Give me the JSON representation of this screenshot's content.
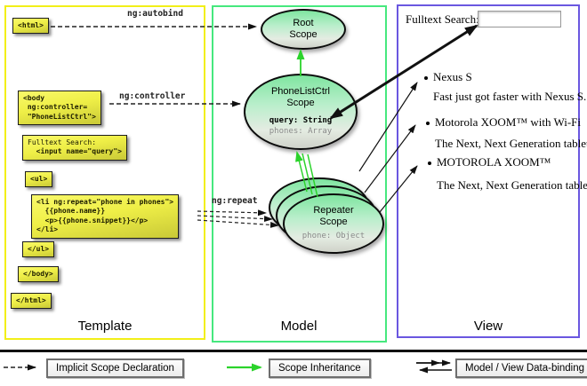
{
  "columns": {
    "template_title": "Template",
    "model_title": "Model",
    "view_title": "View"
  },
  "template_panel": {
    "boxes": {
      "html_open": "<html>",
      "body_open": "<body\n ng:controller=\n \"PhoneListCtrl\">",
      "fulltext_label": "Fulltext Search:",
      "fulltext_input": "  <input name=\"query\">",
      "ul_open": "<ul>",
      "li_repeat": "<li ng:repeat=\"phone in phones\">\n  {{phone.name}}\n  <p>{{phone.snippet}}</p>\n</li>",
      "ul_close": "</ul>",
      "body_close": "</body>",
      "html_close": "</html>"
    },
    "connector_labels": {
      "autobind": "ng:autobind",
      "controller": "ng:controller",
      "repeat": "ng:repeat"
    }
  },
  "model_panel": {
    "root_scope": {
      "title": "Root\nScope"
    },
    "phonelist_scope": {
      "title": "PhoneListCtrl\nScope",
      "prop_query": "query: String",
      "prop_phones": "phones: Array"
    },
    "repeater_scope": {
      "title": "Repeater\nScope",
      "prop_phone": "phone: Object"
    }
  },
  "view_panel": {
    "search_label": "Fulltext Search:",
    "search_value": "",
    "items": [
      {
        "name": "Nexus S",
        "snippet": "Fast just got faster with Nexus S."
      },
      {
        "name": "Motorola XOOM™ with Wi-Fi",
        "snippet": "The Next, Next Generation tablet."
      },
      {
        "name": "MOTOROLA XOOM™",
        "snippet": "The Next, Next Generation tablet."
      }
    ]
  },
  "legend": {
    "implicit": "Implicit Scope Declaration",
    "inheritance": "Scope Inheritance",
    "databinding": "Model / View Data-binding"
  },
  "colors": {
    "template_border": "#f2ef18",
    "model_border": "#46e87e",
    "view_border": "#6a57e0",
    "scope_fill_top": "#7fe5a0",
    "codebox_fill": "#efef47",
    "inheritance_arrow": "#2bd32b",
    "arrow_black": "#111111"
  }
}
